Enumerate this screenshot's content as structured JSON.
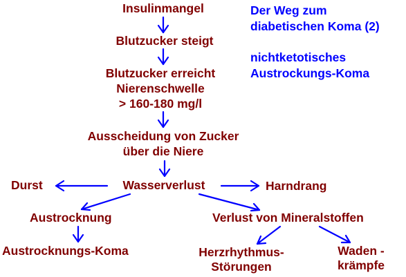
{
  "title": {
    "line1": "Der Weg zum",
    "line2": "diabetischen Koma (2)",
    "sub1": "nichtketotisches",
    "sub2": "Austrockungs-Koma"
  },
  "nodes": {
    "insulinmangel": "Insulinmangel",
    "blutzucker_steigt": "Blutzucker steigt",
    "nierenschwelle": [
      "Blutzucker erreicht",
      "Nierenschwelle",
      "> 160-180 mg/l"
    ],
    "ausscheidung": [
      "Ausscheidung von Zucker",
      "über die Niere"
    ],
    "wasserverlust": "Wasserverlust",
    "durst": "Durst",
    "harndrang": "Harndrang",
    "austrocknung": "Austrocknung",
    "mineralstoffe": "Verlust von Mineralstoffen",
    "austrocknungs_koma": "Austrocknungs-Koma",
    "herzrhythmus": [
      "Herzrhythmus-",
      "Störungen"
    ],
    "wadenkraempfe": [
      "Waden -",
      "krämpfe"
    ]
  },
  "colors": {
    "node_text": "#800000",
    "title_text": "#0000ff",
    "arrow": "#0000ff"
  }
}
